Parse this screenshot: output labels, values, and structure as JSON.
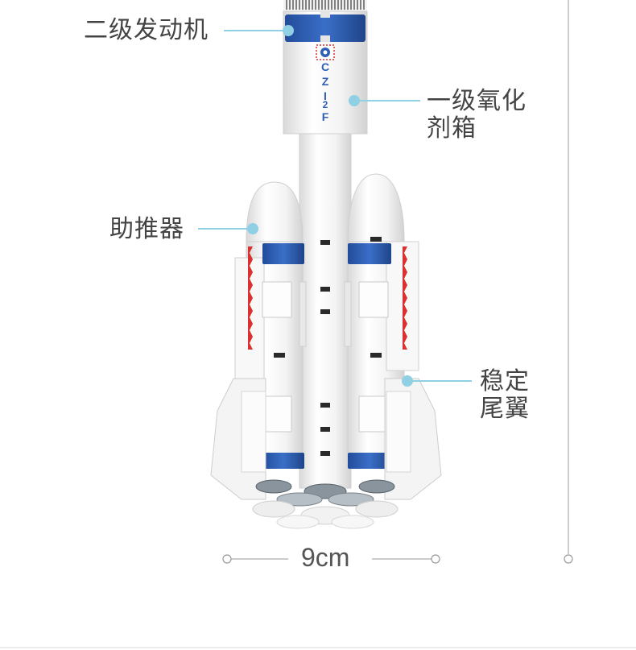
{
  "callouts": {
    "second_stage_engine": "二级发动机",
    "first_stage_oxidizer_line1": "一级氧化",
    "first_stage_oxidizer_line2": "剂箱",
    "booster": "助推器",
    "fin_line1": "稳定",
    "fin_line2": "尾翼"
  },
  "rocket_marking": [
    "C",
    "Z",
    "I",
    "2",
    "F"
  ],
  "width_dimension": "9cm",
  "colors": {
    "callout_dot": "#8fd0e4",
    "blue_band": "#2e5fb5",
    "red_stripe": "#d93030",
    "body_white": "#f7f7f7"
  }
}
